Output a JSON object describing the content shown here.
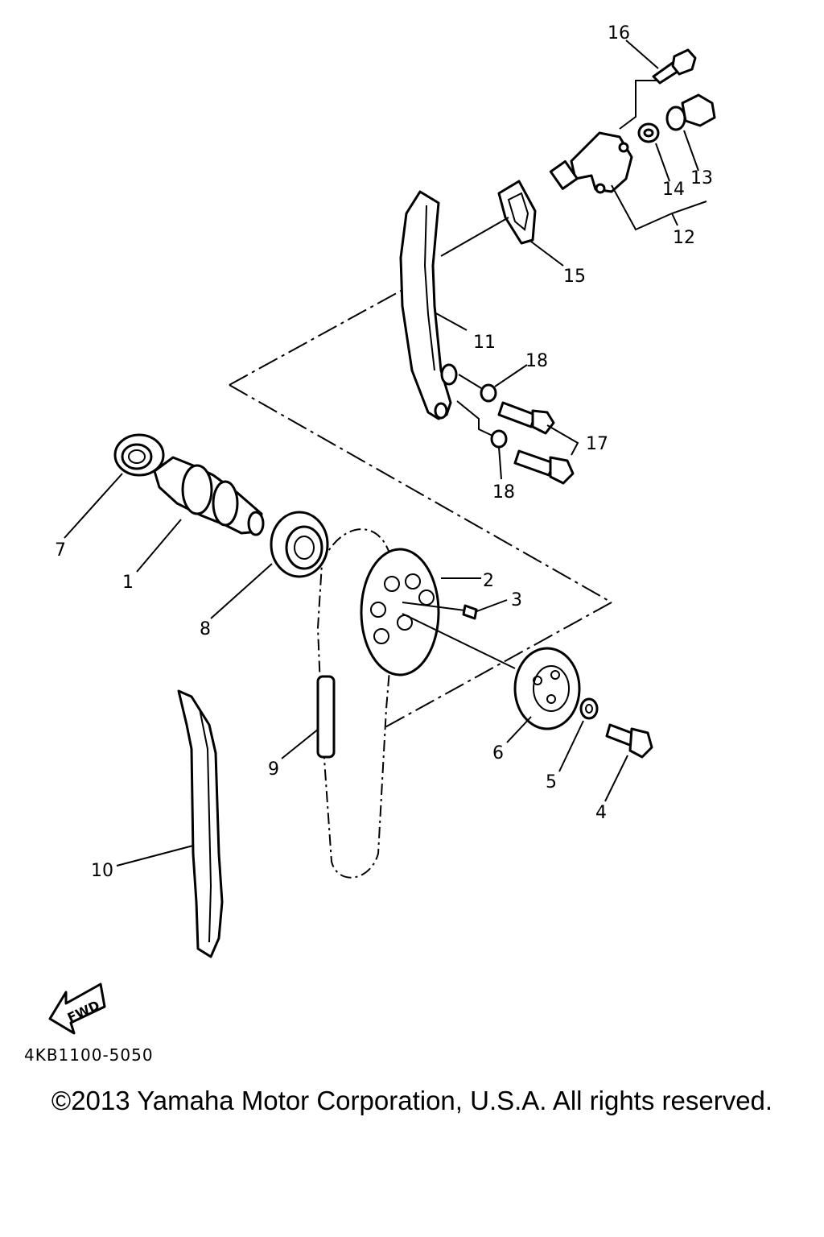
{
  "callouts": {
    "p1": "1",
    "p2": "2",
    "p3": "3",
    "p4": "4",
    "p5": "5",
    "p6": "6",
    "p7": "7",
    "p8": "8",
    "p9": "9",
    "p10": "10",
    "p11": "11",
    "p12": "12",
    "p13": "13",
    "p14": "14",
    "p15": "15",
    "p16": "16",
    "p17": "17",
    "p18a": "18",
    "p18b": "18"
  },
  "fwd_arrow_text": "FWD",
  "diagram_code": "4KB1100-5050",
  "copyright": "©2013 Yamaha Motor Corporation, U.S.A. All rights reserved."
}
